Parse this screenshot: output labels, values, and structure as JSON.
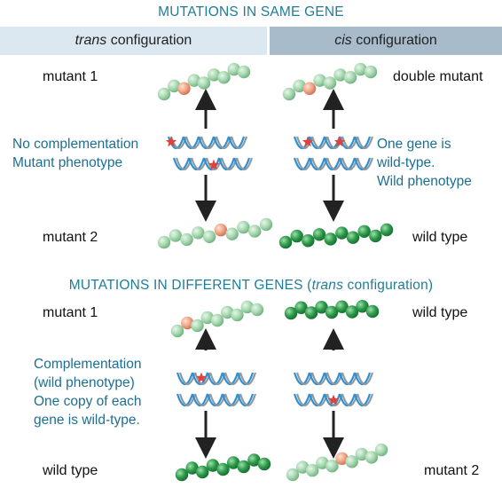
{
  "top_title": "MUTATIONS IN SAME GENE",
  "headers": {
    "trans_word": "trans",
    "trans_rest": " configuration",
    "cis_word": "cis",
    "cis_rest": " configuration"
  },
  "same_gene": {
    "trans": {
      "top_label": "mutant 1",
      "bottom_label": "mutant 2",
      "note_line1": "No complementation",
      "note_line2": "Mutant phenotype"
    },
    "cis": {
      "top_label": "double mutant",
      "bottom_label": "wild type",
      "note_line1": "One gene is",
      "note_line2": "wild-type.",
      "note_line3": "Wild phenotype"
    }
  },
  "diff_title": {
    "prefix": "MUTATIONS IN DIFFERENT GENES (",
    "italic": "trans",
    "suffix": " configuration)"
  },
  "diff_genes": {
    "top_left_label": "mutant 1",
    "top_right_label": "wild type",
    "bottom_left_label": "wild type",
    "bottom_right_label": "mutant 2",
    "note_line1": "Complementation",
    "note_line2": "(wild phenotype)",
    "note_line3": "One copy of each",
    "note_line4": "gene is wild-type."
  },
  "colors": {
    "title_teal": "#1f7d98",
    "note_blue": "#1b6f92",
    "header_left_bg": "#dbe7f1",
    "header_right_bg": "#a8bbcb",
    "mutant_protein": "#a6d8b0",
    "mutation_site": "#f0a486",
    "wild_protein": "#2e9a4c",
    "dna_blue": "#2f8fd0",
    "dna_gray": "#8e9aa2",
    "mutation_star": "#e0413a"
  }
}
